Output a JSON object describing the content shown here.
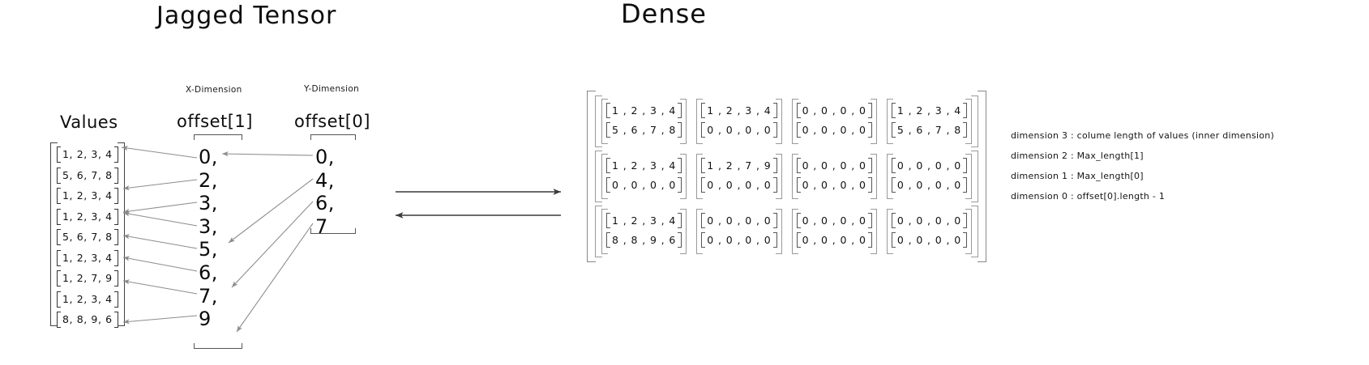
{
  "titles": {
    "left_panel": "Jagged Tensor",
    "right_panel": "Dense"
  },
  "jagged": {
    "values": {
      "heading": "Values",
      "rows": [
        "1, 2, 3, 4",
        "5, 6, 7, 8",
        "1, 2, 3, 4",
        "1, 2, 3, 4",
        "5, 6, 7, 8",
        "1, 2, 3, 4",
        "1, 2, 7, 9",
        "1, 2, 3, 4",
        "8, 8, 9, 6"
      ]
    },
    "offset1": {
      "subheading": "X-Dimension",
      "heading": "offset[1]",
      "values": [
        "0,",
        "2,",
        "3,",
        "3,",
        "5,",
        "6,",
        "7,",
        "9"
      ]
    },
    "offset0": {
      "subheading": "Y-Dimension",
      "heading": "offset[0]",
      "values": [
        "0,",
        "4,",
        "6,",
        "7"
      ]
    }
  },
  "dense": {
    "rows": [
      [
        [
          "1 , 2 , 3 , 4",
          "5 , 6 , 7 , 8"
        ],
        [
          "1 , 2 , 3 , 4",
          "0 , 0 , 0 , 0"
        ],
        [
          "0 , 0 , 0 , 0",
          "0 , 0 , 0 , 0"
        ],
        [
          "1 , 2 , 3 , 4",
          "5 , 6 , 7 , 8"
        ]
      ],
      [
        [
          "1 , 2 , 3 , 4",
          "0 , 0 , 0 , 0"
        ],
        [
          "1 , 2 , 7 , 9",
          "0 , 0 , 0 , 0"
        ],
        [
          "0 , 0 , 0 , 0",
          "0 , 0 , 0 , 0"
        ],
        [
          "0 , 0 , 0 , 0",
          "0 , 0 , 0 , 0"
        ]
      ],
      [
        [
          "1 , 2 , 3 , 4",
          "8 , 8 , 9 , 6"
        ],
        [
          "0 , 0 , 0 , 0",
          "0 , 0 , 0 , 0"
        ],
        [
          "0 , 0 , 0 , 0",
          "0 , 0 , 0 , 0"
        ],
        [
          "0 , 0 , 0 , 0",
          "0 , 0 , 0 , 0"
        ]
      ]
    ]
  },
  "dimension_notes": [
    "dimension 3 : colume length of values (inner dimension)",
    "dimension 2 : Max_length[1]",
    "dimension 1  : Max_length[0]",
    "dimension 0 : offset[0].length - 1"
  ],
  "colors": {
    "ink": "#111111",
    "line": "#8a8a8a",
    "bracket": "#9a9a9a",
    "background": "#ffffff"
  }
}
